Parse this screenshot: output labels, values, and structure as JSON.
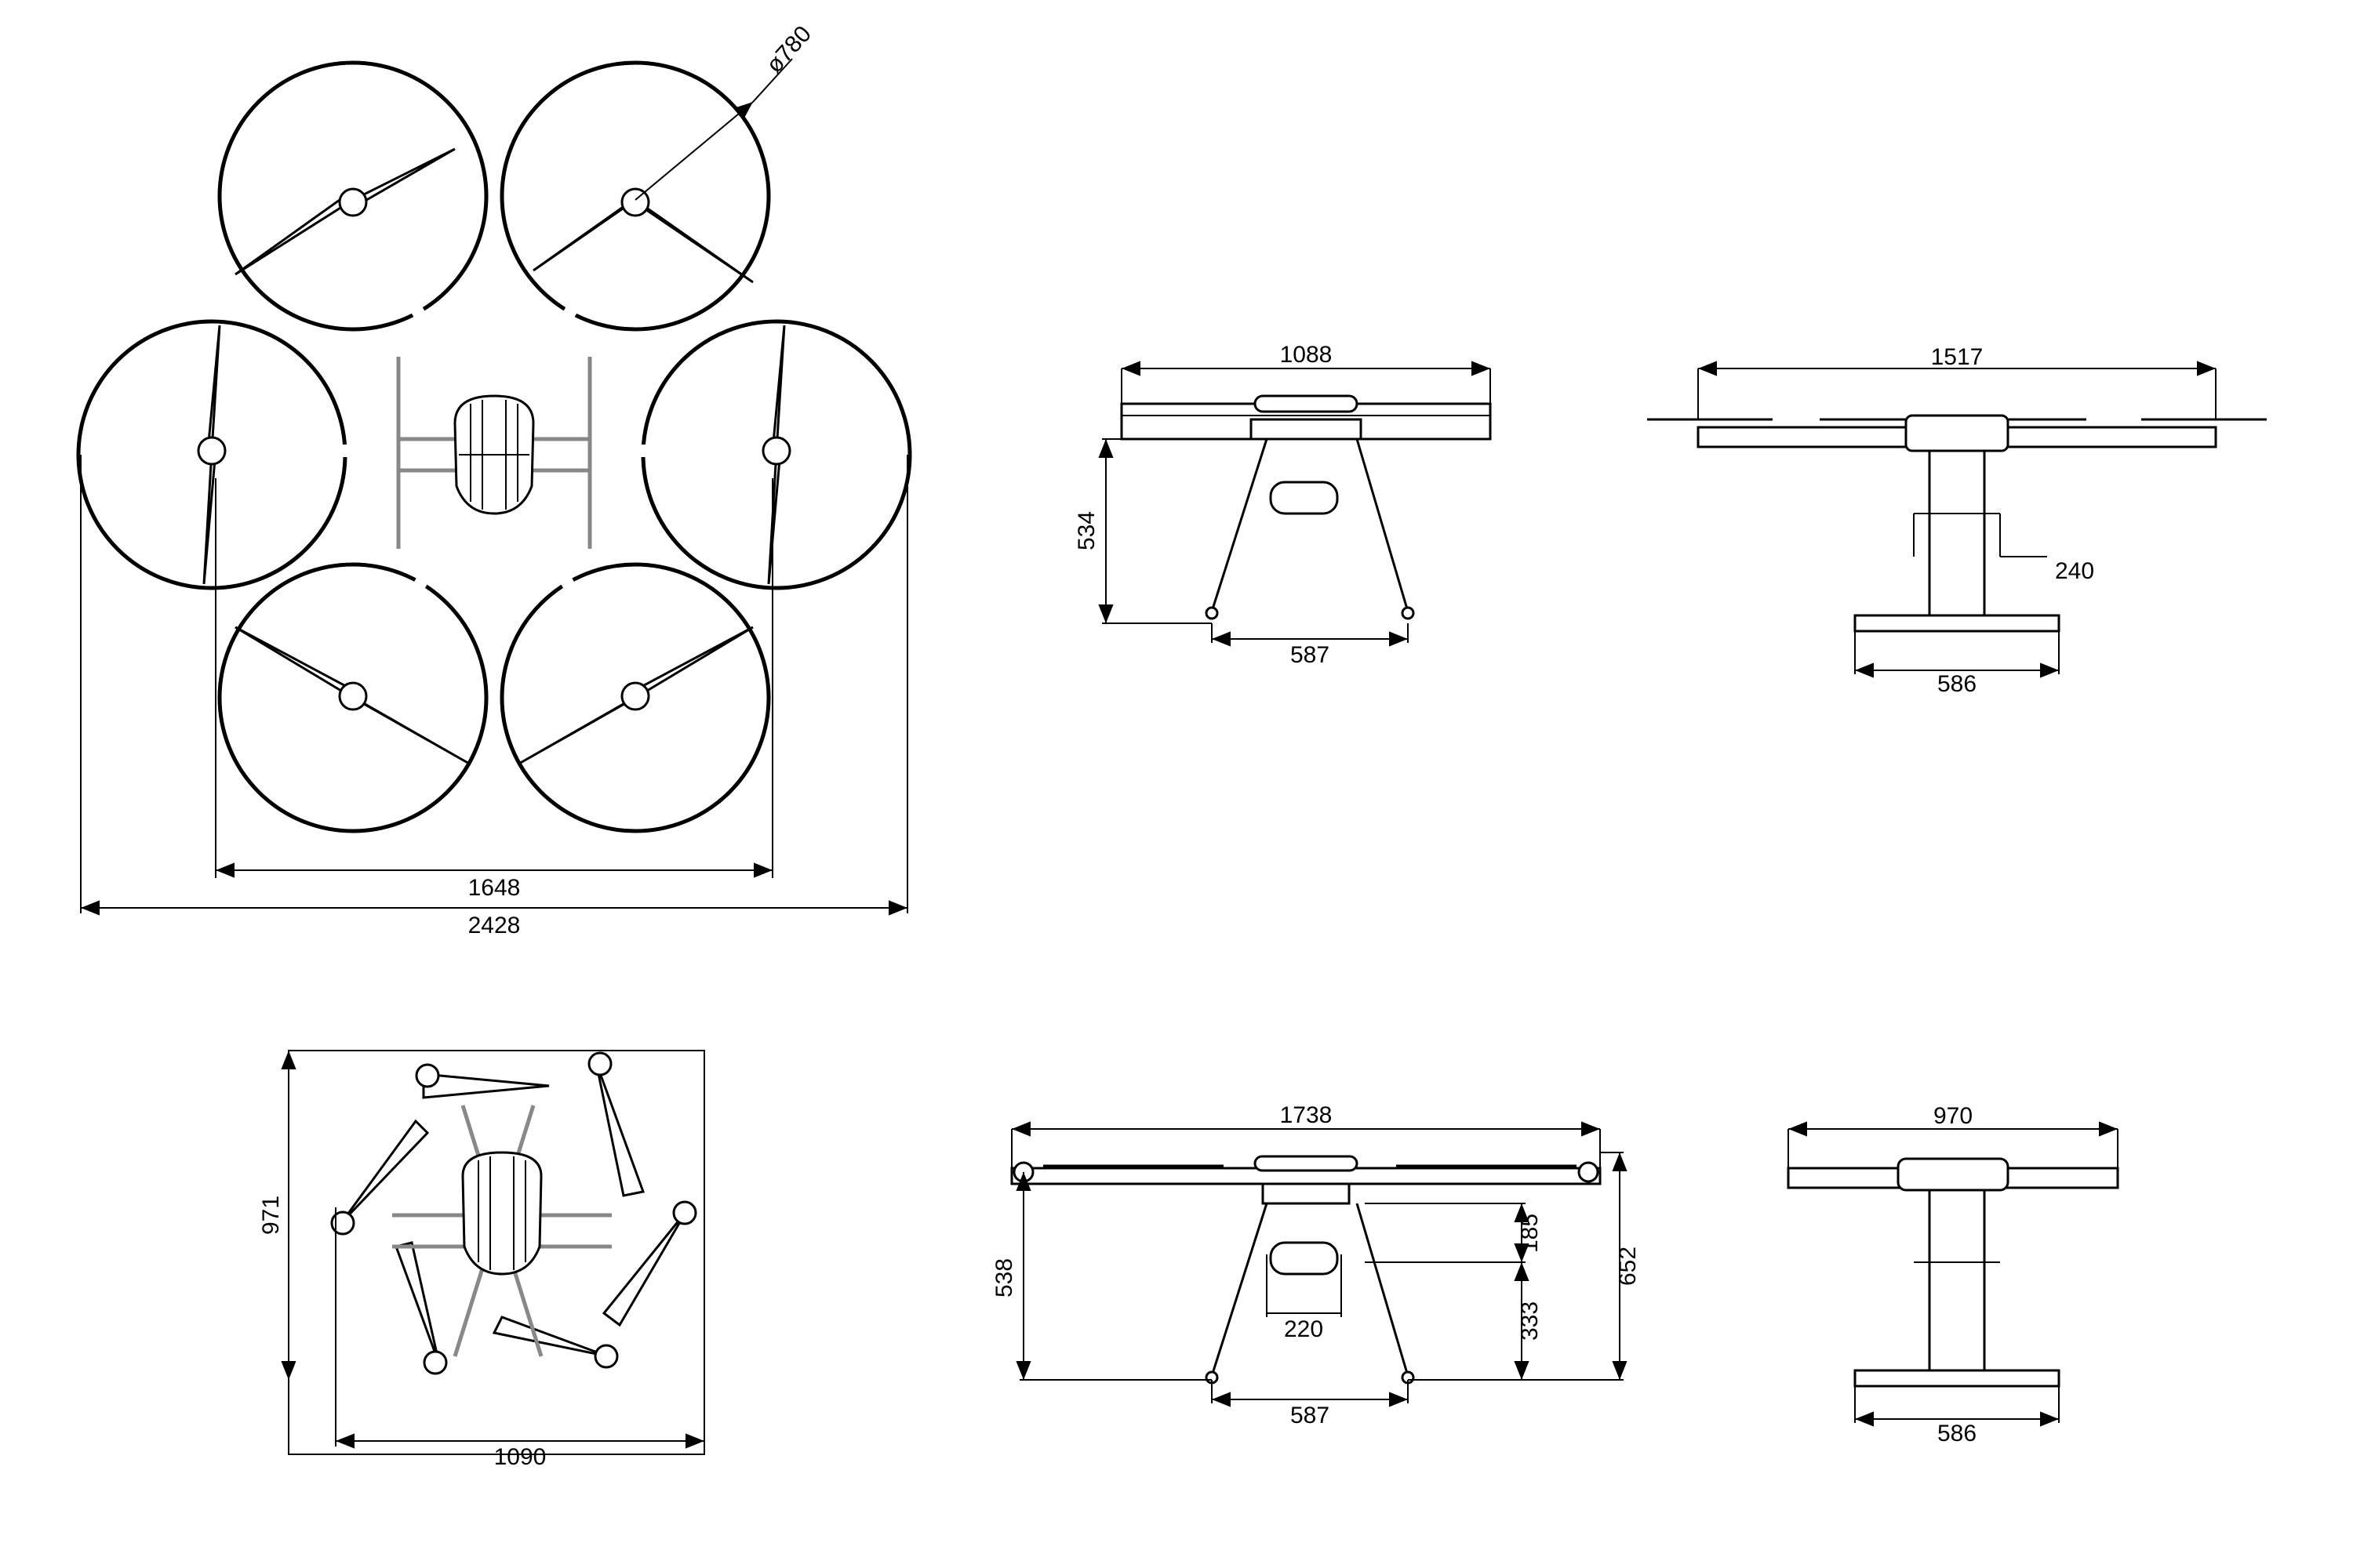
{
  "drawing": {
    "top_view": {
      "prop_diameter": "ø780",
      "inner_span": "1648",
      "outer_span": "2428"
    },
    "front_view_top": {
      "width": "1088",
      "height": "534",
      "gear_width": "587"
    },
    "side_view_top": {
      "width": "1517",
      "mount_width": "240",
      "skid_width": "586"
    },
    "folded_top_view": {
      "height": "971",
      "width": "1090"
    },
    "front_view_bottom": {
      "width": "1738",
      "height": "538",
      "gear_width": "587",
      "payload_width": "220",
      "body_depth": "185",
      "gear_height": "333",
      "total_height": "652"
    },
    "side_view_bottom": {
      "width": "970",
      "skid_width": "586"
    }
  }
}
